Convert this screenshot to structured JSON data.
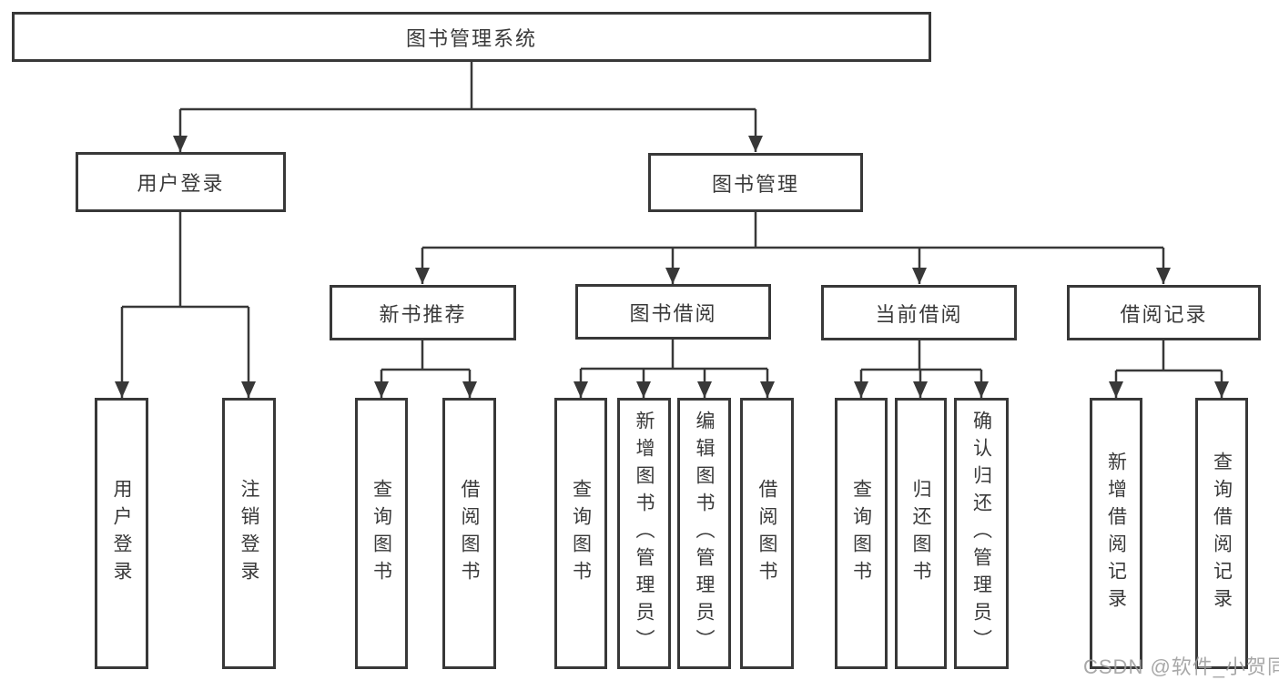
{
  "diagram": {
    "tree": {
      "label": "图书管理系统",
      "children": [
        {
          "label": "用户登录",
          "children": [
            {
              "label": "用户登录"
            },
            {
              "label": "注销登录"
            }
          ]
        },
        {
          "label": "图书管理",
          "children": [
            {
              "label": "新书推荐",
              "children": [
                {
                  "label": "查询图书"
                },
                {
                  "label": "借阅图书"
                }
              ]
            },
            {
              "label": "图书借阅",
              "children": [
                {
                  "label": "查询图书"
                },
                {
                  "label": "新增图书（管理员）"
                },
                {
                  "label": "编辑图书（管理员）"
                },
                {
                  "label": "借阅图书"
                }
              ]
            },
            {
              "label": "当前借阅",
              "children": [
                {
                  "label": "查询图书"
                },
                {
                  "label": "归还图书"
                },
                {
                  "label": "确认归还（管理员）"
                }
              ]
            },
            {
              "label": "借阅记录",
              "children": [
                {
                  "label": "新增借阅记录"
                },
                {
                  "label": "查询借阅记录"
                }
              ]
            }
          ]
        }
      ]
    },
    "colors": {
      "line": "#383838",
      "box_border": "#383838",
      "text": "#3a3a3a",
      "box_fill": "#ffffff",
      "background": "#ffffff"
    }
  },
  "watermark": {
    "text": "CSDN @软件_小贺同学",
    "color": "#9d9d9d"
  }
}
